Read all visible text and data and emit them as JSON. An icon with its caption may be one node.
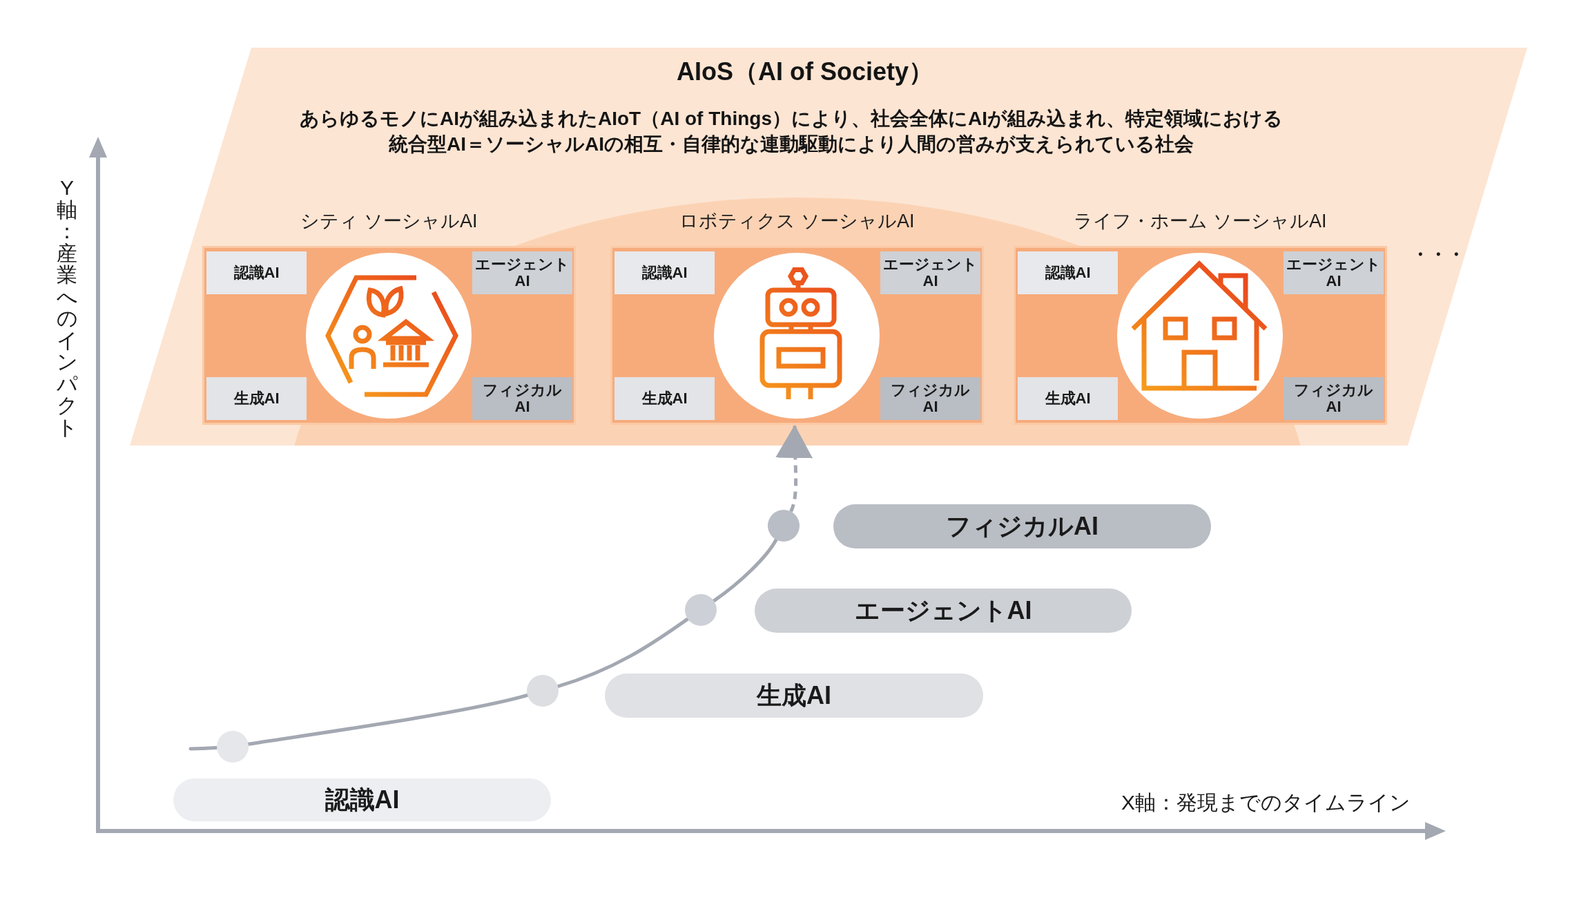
{
  "diagram": {
    "nodes": [
      {
        "text": [
          "AIoS（AI of Society）",
          "あらゆるモノにAIが組み込まれたAIoT（AI of Things）により、社会全体にAIが組み込まれ、特定領域における統合型AI＝ソーシャルAIの相互・自律的な連動駆動により人間の営みが支えられている社会"
        ]
      },
      {
        "text": [
          "シティ ソーシャルAI"
        ],
        "in": 0
      },
      {
        "text": [
          "認識AI"
        ],
        "in": 1
      },
      {
        "text": [
          "エージェントAI"
        ],
        "in": 1
      },
      {
        "text": [
          "生成AI"
        ],
        "in": 1
      },
      {
        "text": [
          "フィジカルAI"
        ],
        "in": 1
      },
      {
        "text": [
          "ロボティクス ソーシャルAI"
        ],
        "in": 0
      },
      {
        "text": [
          "認識AI"
        ],
        "in": 6
      },
      {
        "text": [
          "エージェントAI"
        ],
        "in": 6
      },
      {
        "text": [
          "生成AI"
        ],
        "in": 6
      },
      {
        "text": [
          "フィジカルAI"
        ],
        "in": 6
      },
      {
        "text": [
          "ライフ・ホーム ソーシャルAI"
        ],
        "in": 0
      },
      {
        "text": [
          "認識AI"
        ],
        "in": 11
      },
      {
        "text": [
          "エージェントAI"
        ],
        "in": 11
      },
      {
        "text": [
          "生成AI"
        ],
        "in": 11
      },
      {
        "text": [
          "フィジカルAI"
        ],
        "in": 11
      },
      {
        "text": [
          "フィジカルAI"
        ]
      },
      {
        "text": [
          "エージェントAI"
        ]
      },
      {
        "text": [
          "生成AI"
        ]
      },
      {
        "text": [
          "認識AI"
        ]
      },
      {
        "text": [],
        "shape": "circle"
      },
      {
        "text": [],
        "shape": "circle"
      },
      {
        "text": [],
        "shape": "circle"
      },
      {
        "text": [],
        "shape": "circle"
      }
    ],
    "edges": [
      {
        "from": null,
        "to": 20,
        "arrow": "none"
      },
      {
        "from": 20,
        "to": 21,
        "arrow": "none"
      },
      {
        "from": 21,
        "to": 22,
        "arrow": "none"
      },
      {
        "from": 22,
        "to": 23,
        "arrow": "none"
      },
      {
        "from": 23,
        "to": 6,
        "arrow": "to",
        "style": "dashed"
      }
    ],
    "labels": [
      "Y軸：産業へのインパクト",
      "・・・",
      "X軸：発現までのタイムライン"
    ]
  }
}
